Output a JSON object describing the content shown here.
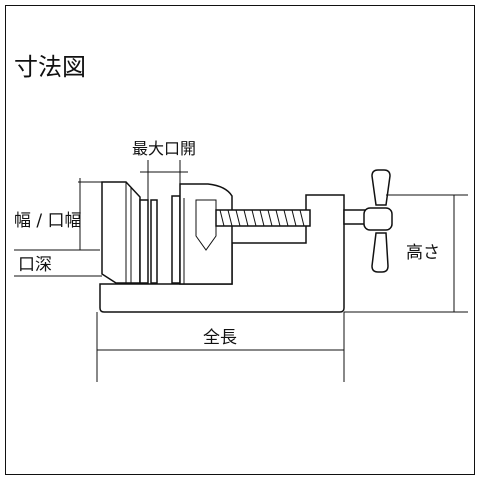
{
  "title": "寸法図",
  "labels": {
    "max_opening": "最大口開",
    "width_jaw_width": "幅 / 口幅",
    "jaw_depth": "口深",
    "height": "高さ",
    "total_length": "全長"
  },
  "colors": {
    "line": "#111111",
    "background": "#ffffff"
  }
}
